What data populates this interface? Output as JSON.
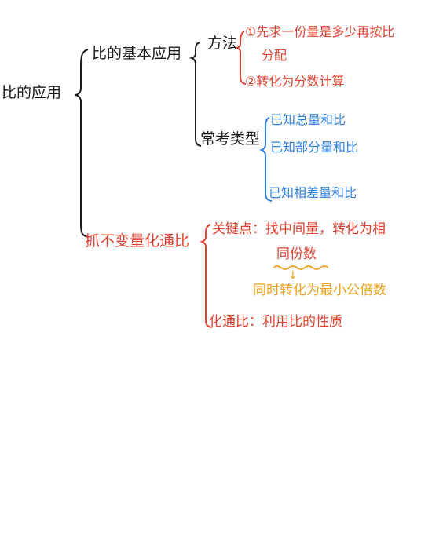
{
  "diagram": {
    "root": "比的应用",
    "branch_basic": "比的基本应用",
    "method": "方法",
    "method_step1_line1": "①先求一份量是多少再按比",
    "method_step1_line2": "分配",
    "method_step2": "②转化为分数计算",
    "types": "常考类型",
    "type1": "已知总量和比",
    "type2": "已知部分量和比",
    "type3": "已知相差量和比",
    "branch_invariant": "抓不变量化通比",
    "key_point": "关键点：找中间量，转化为相",
    "key_point_cont": "同份数",
    "arrow_symbol": "↓",
    "orange_note": "同时转化为最小公倍数",
    "hua_tong_bi": "化通比：利用比的性质"
  },
  "colors": {
    "black": "#1a1a1a",
    "red": "#e2402f",
    "blue": "#2f7fe0",
    "orange": "#f0a11a"
  }
}
